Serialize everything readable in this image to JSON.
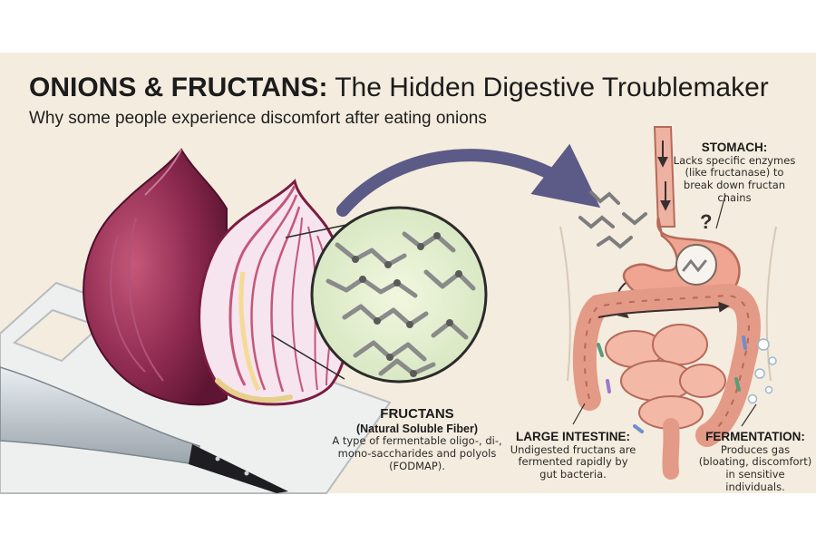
{
  "header": {
    "title_bold": "ONIONS & FRUCTANS:",
    "title_rest": " The Hidden Digestive Troublemaker",
    "subtitle": "Why some people experience discomfort after eating onions"
  },
  "labels": {
    "fructans": {
      "heading": "FRUCTANS",
      "subheading": "(Natural Soluble Fiber)",
      "body": "A type of fermentable oligo-, di-, mono-saccharides and polyols (FODMAP)."
    },
    "stomach": {
      "heading": "STOMACH:",
      "body": "Lacks specific enzymes (like fructanase) to break down fructan chains"
    },
    "large_intestine": {
      "heading": "LARGE INTESTINE:",
      "body": "Undigested fructans are fermented rapidly by gut bacteria."
    },
    "fermentation": {
      "heading": "FERMENTATION:",
      "body": "Produces gas (bloating, discomfort) in sensitive individuals."
    }
  },
  "stomach_mark": "?",
  "colors": {
    "background": "#f4ecde",
    "onion_skin": "#8e2a4f",
    "onion_flesh": "#f6e4ee",
    "gut": "#e79a86",
    "fructan_chain": "#8a8a8a",
    "arrow": "#5c5a87"
  }
}
